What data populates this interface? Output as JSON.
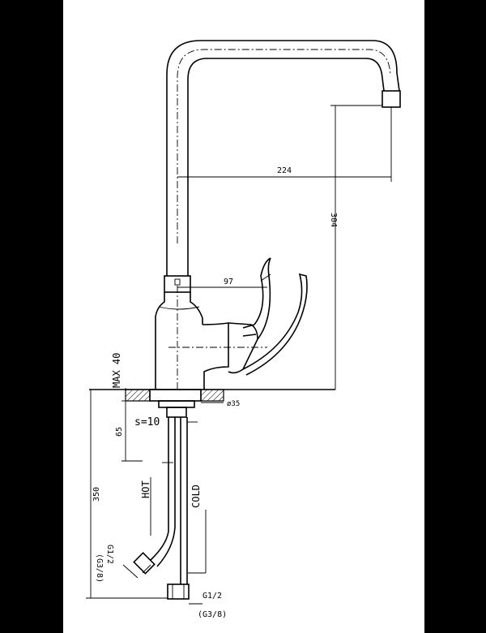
{
  "dimensions": {
    "spout_reach": "224",
    "spout_height": "304",
    "lever_offset": "97",
    "max_thickness": "MAX 40",
    "base_diameter": "ø35",
    "shank_length": "65",
    "wrench_size": "s=10",
    "hose_length": "350"
  },
  "labels": {
    "hot": "HOT",
    "cold": "COLD",
    "thread_hot_main": "G1/2",
    "thread_hot_alt": "(G3/8)",
    "thread_cold_main": "G1/2",
    "thread_cold_alt": "(G3/8)"
  },
  "colors": {
    "background": "#000000",
    "sheet": "#ffffff",
    "ink": "#000000"
  }
}
